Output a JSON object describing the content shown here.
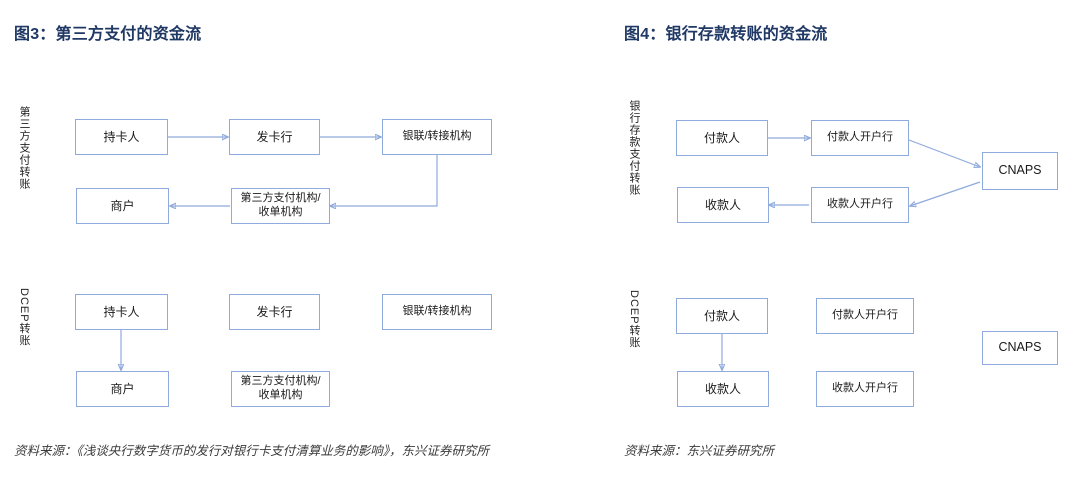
{
  "theme": {
    "title_color": "#1f3864",
    "box_border_color": "#8faadc",
    "connector_color": "#8faadc",
    "background": "#ffffff",
    "text_color": "#1a1a1a"
  },
  "figures": [
    {
      "id": "fig3",
      "title": "图3：第三方支付的资金流",
      "sections": [
        {
          "id": "third-party-transfer",
          "label": "第三方支付转账",
          "nodes": [
            {
              "id": "cardholder",
              "text": "持卡人"
            },
            {
              "id": "issuing-bank",
              "text": "发卡行"
            },
            {
              "id": "unionpay",
              "text": "银联/转接机构"
            },
            {
              "id": "merchant",
              "text": "商户"
            },
            {
              "id": "third-party-acquirer",
              "text": "第三方支付机构/收单机构"
            }
          ],
          "edges": [
            {
              "from": "cardholder",
              "to": "issuing-bank",
              "kind": "arrow-right"
            },
            {
              "from": "issuing-bank",
              "to": "unionpay",
              "kind": "arrow-right"
            },
            {
              "from": "unionpay",
              "to": "third-party-acquirer",
              "kind": "elbow-down-left-arrow"
            },
            {
              "from": "third-party-acquirer",
              "to": "merchant",
              "kind": "arrow-left"
            }
          ]
        },
        {
          "id": "dcep-transfer",
          "label": "DCEP转账",
          "nodes": [
            {
              "id": "cardholder",
              "text": "持卡人"
            },
            {
              "id": "issuing-bank",
              "text": "发卡行"
            },
            {
              "id": "unionpay",
              "text": "银联/转接机构"
            },
            {
              "id": "merchant",
              "text": "商户"
            },
            {
              "id": "third-party-acquirer",
              "text": "第三方支付机构/收单机构"
            }
          ],
          "edges": [
            {
              "from": "cardholder",
              "to": "merchant",
              "kind": "arrow-down"
            }
          ]
        }
      ],
      "source": "资料来源：《浅谈央行数字货币的发行对银行卡支付清算业务的影响》，东兴证券研究所"
    },
    {
      "id": "fig4",
      "title": "图4：银行存款转账的资金流",
      "sections": [
        {
          "id": "bank-deposit-transfer",
          "label": "银行存款支付转账",
          "nodes": [
            {
              "id": "payer",
              "text": "付款人"
            },
            {
              "id": "payer-bank",
              "text": "付款人开户行"
            },
            {
              "id": "payee",
              "text": "收款人"
            },
            {
              "id": "payee-bank",
              "text": "收款人开户行"
            },
            {
              "id": "cnaps",
              "text": "CNAPS"
            }
          ],
          "edges": [
            {
              "from": "payer",
              "to": "payer-bank",
              "kind": "arrow-right"
            },
            {
              "from": "payer-bank",
              "to": "cnaps",
              "kind": "diagonal-arrow"
            },
            {
              "from": "cnaps",
              "to": "payee-bank",
              "kind": "diagonal-arrow"
            },
            {
              "from": "payee-bank",
              "to": "payee",
              "kind": "arrow-left"
            }
          ]
        },
        {
          "id": "dcep-transfer",
          "label": "DCEP转账",
          "nodes": [
            {
              "id": "payer",
              "text": "付款人"
            },
            {
              "id": "payer-bank",
              "text": "付款人开户行"
            },
            {
              "id": "payee",
              "text": "收款人"
            },
            {
              "id": "payee-bank",
              "text": "收款人开户行"
            },
            {
              "id": "cnaps",
              "text": "CNAPS"
            }
          ],
          "edges": [
            {
              "from": "payer",
              "to": "payee",
              "kind": "arrow-down"
            }
          ]
        }
      ],
      "source": "资料来源：东兴证券研究所"
    }
  ]
}
